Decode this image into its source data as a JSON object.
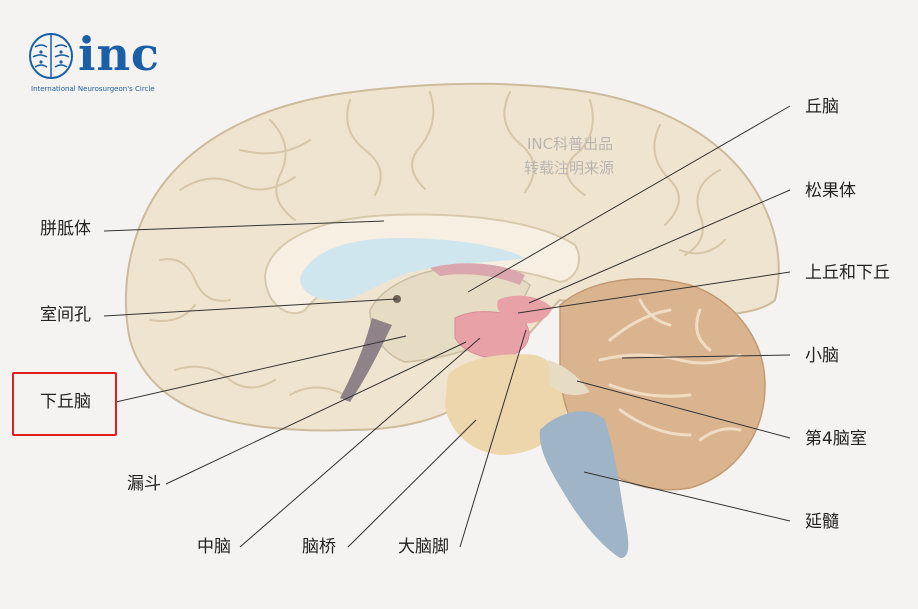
{
  "logo": {
    "wordmark": "inc",
    "subtitle": "International Neurosurgeon's Circle",
    "color": "#1b5fa8"
  },
  "watermark": {
    "line1": "INC科普出品",
    "line2": "转载注明来源"
  },
  "labels": {
    "corpus_callosum": "胼胝体",
    "interventricular_foramen": "室间孔",
    "hypothalamus": "下丘脑",
    "infundibulum": "漏斗",
    "midbrain": "中脑",
    "pons": "脑桥",
    "cerebral_peduncle": "大脑脚",
    "thalamus": "丘脑",
    "pineal_body": "松果体",
    "colliculi": "上丘和下丘",
    "cerebellum": "小脑",
    "fourth_ventricle": "第4脑室",
    "medulla": "延髓"
  },
  "highlight": {
    "target": "hypothalamus",
    "color": "#e02020"
  },
  "colors": {
    "cortex": "#efe4cf",
    "cortex_outline": "#cdbb9c",
    "ventricle": "#cfe6ee",
    "hypothalamus": "#e9a1a8",
    "pons": "#edd6ab",
    "cerebellum": "#d9b48f",
    "medulla": "#9fb4c6",
    "leader_line": "#333333"
  }
}
